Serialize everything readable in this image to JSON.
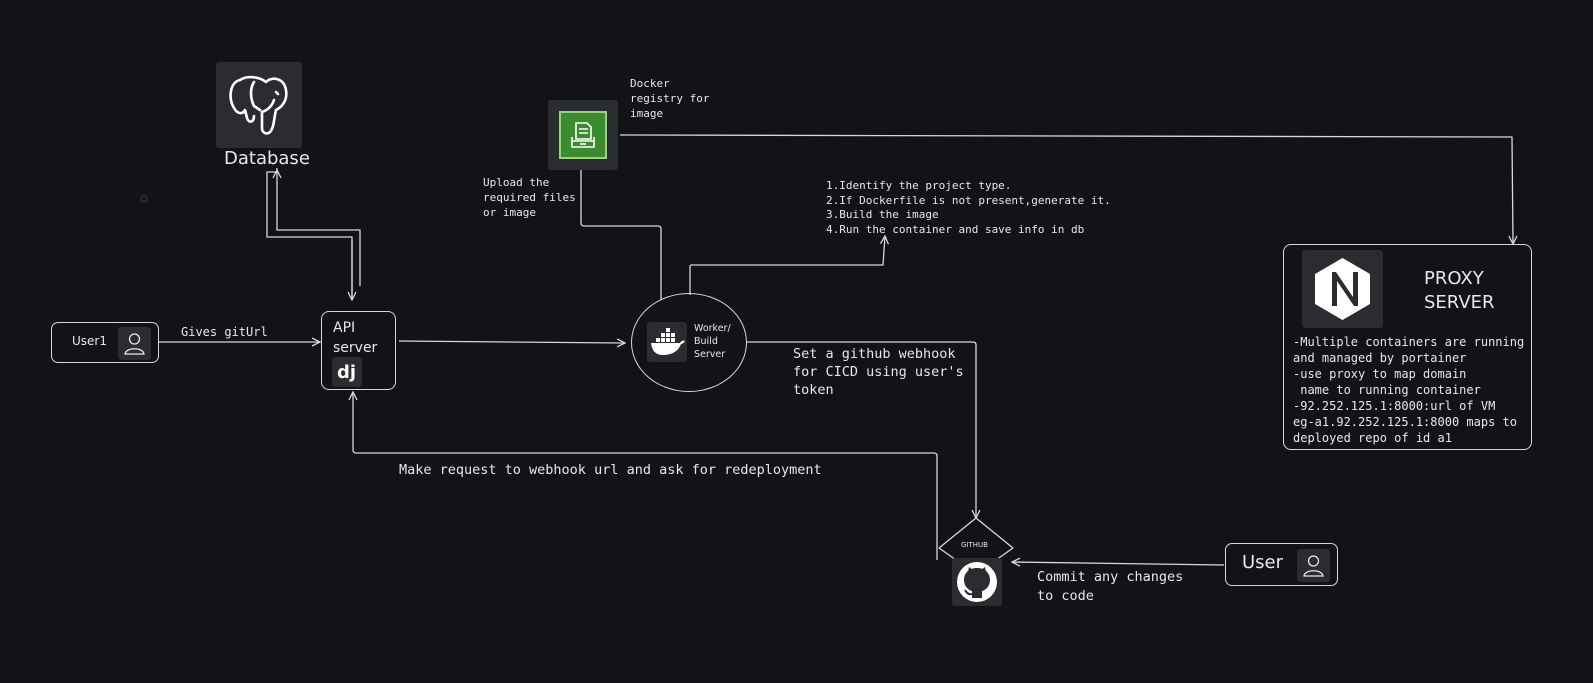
{
  "database": {
    "label": "Database",
    "icon": "postgresql-elephant-icon"
  },
  "registry": {
    "label": "Docker\nregistry for\nimage",
    "icon": "docker-registry-icon",
    "color": "#3a8c2e"
  },
  "upload_note": "Upload the\nrequired files\nor image",
  "steps": [
    "1.Identify the project type.",
    "2.If Dockerfile is not present,generate it.",
    "3.Build the image",
    "4.Run the container and save info in db"
  ],
  "user1": {
    "label": "User1"
  },
  "gives_giturl": "Gives gitUrl",
  "api_server": {
    "label": "API\nserver",
    "icon": "django-icon"
  },
  "worker": {
    "label": "Worker/\nBuild\nServer",
    "icon": "docker-whale-icon"
  },
  "webhook_note": "Set a github webhook\nfor CICD using user's\ntoken",
  "redeploy_note": "Make request to webhook url and ask for redeployment",
  "github": {
    "label": "GITHUB",
    "icon": "github-octocat-icon"
  },
  "user": {
    "label": "User"
  },
  "commit_note": "Commit any changes\nto code",
  "proxy": {
    "title": "PROXY\nSERVER",
    "icon": "nginx-icon",
    "notes": [
      "-Multiple containers are running",
      "and managed by portainer",
      "-use proxy to map domain",
      " name to running container",
      "-92.252.125.1:8000:url of VM",
      "eg-a1.92.252.125.1:8000 maps to",
      "deployed repo of id a1"
    ]
  }
}
